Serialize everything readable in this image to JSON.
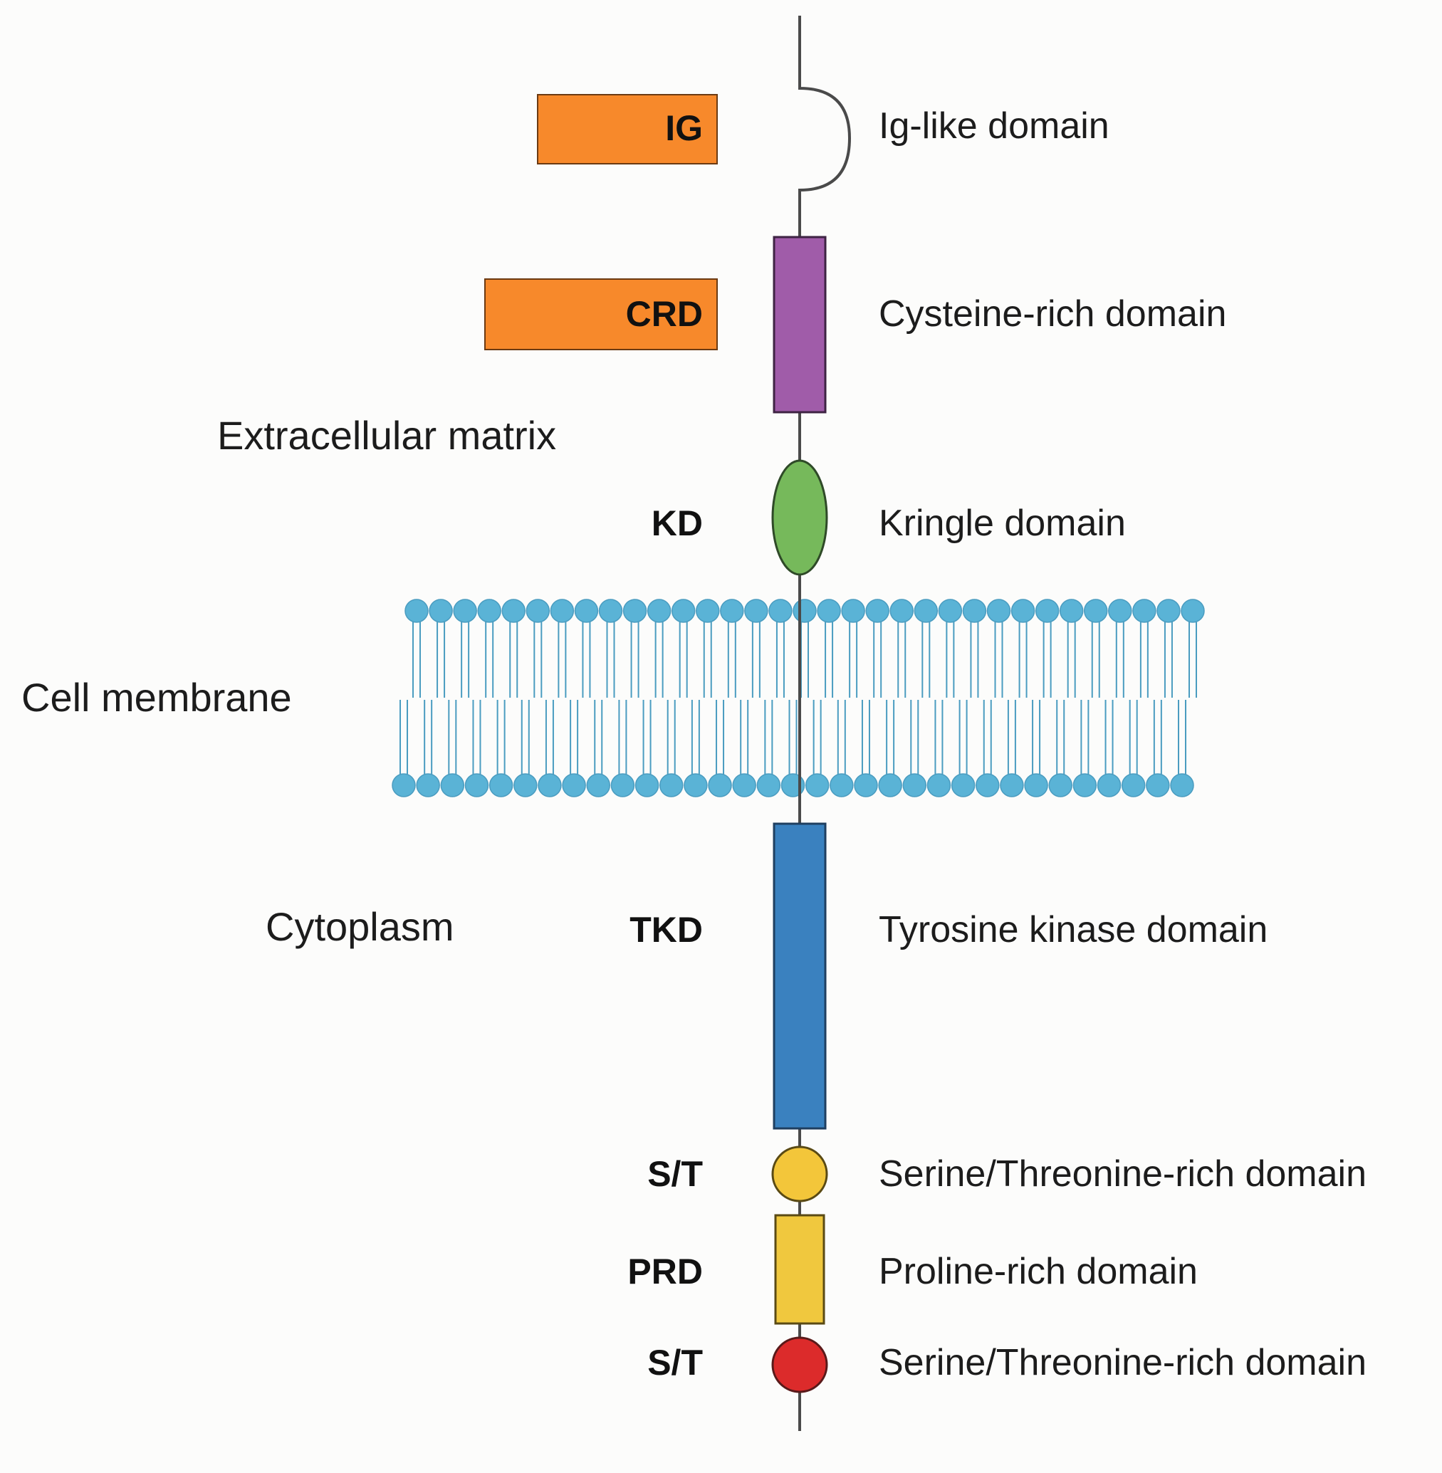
{
  "regions": {
    "extracellular": "Extracellular matrix",
    "membrane": "Cell membrane",
    "cytoplasm": "Cytoplasm"
  },
  "domains": {
    "ig": {
      "abbr": "IG",
      "name": "Ig-like domain",
      "color": "#f7892b"
    },
    "crd": {
      "abbr": "CRD",
      "name": "Cysteine-rich domain",
      "color": "#f7892b",
      "body_color": "#a05ca9"
    },
    "kd": {
      "abbr": "KD",
      "name": "Kringle domain",
      "color": "#76b95b"
    },
    "tkd": {
      "abbr": "TKD",
      "name": "Tyrosine kinase domain",
      "color": "#3a81bf"
    },
    "st1": {
      "abbr": "S/T",
      "name": "Serine/Threonine-rich domain",
      "color": "#f3c63a"
    },
    "prd": {
      "abbr": "PRD",
      "name": "Proline-rich domain",
      "color": "#f0c83e"
    },
    "st2": {
      "abbr": "S/T",
      "name": "Serine/Threonine-rich domain",
      "color": "#dc2b2b"
    }
  },
  "membrane_color": "#5ab3d6"
}
